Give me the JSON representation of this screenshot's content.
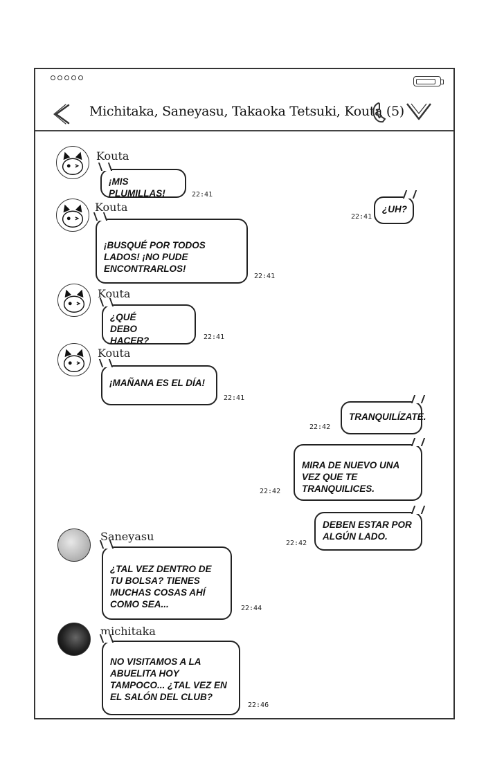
{
  "header": {
    "title": "Michitaka, Saneyasu, Takaoka Tetsuki, Kouta (5)"
  },
  "messages": [
    {
      "sender": "Kouta",
      "text": "¡MIS PLUMILLAS!",
      "time": "22:41"
    },
    {
      "text": "¿UH?",
      "time": "22:41"
    },
    {
      "sender": "Kouta",
      "text": "¡BUSQUÉ POR TODOS LADOS! ¡NO PUDE ENCONTRARLOS!",
      "time": "22:41"
    },
    {
      "sender": "Kouta",
      "text": "¿QUÉ DEBO HACER?",
      "time": "22:41"
    },
    {
      "sender": "Kouta",
      "text": "¡MAÑANA ES EL DÍA!",
      "time": "22:41"
    },
    {
      "text": "TRANQUILÍZATE.",
      "time": "22:42"
    },
    {
      "text": "MIRA DE NUEVO UNA VEZ QUE TE TRANQUILICES.",
      "time": "22:42"
    },
    {
      "text": "DEBEN ESTAR POR ALGÚN LADO.",
      "time": "22:42"
    },
    {
      "sender": "Saneyasu",
      "text": "¿TAL VEZ DENTRO DE TU BOLSA? TIENES MUCHAS COSAS AHÍ COMO SEA...",
      "time": "22:44"
    },
    {
      "sender": "michitaka",
      "text": "NO VISITAMOS A LA ABUELITA HOY TAMPOCO... ¿TAL VEZ EN EL SALÓN DEL CLUB?",
      "time": "22:46"
    }
  ],
  "icons": {
    "back": "chevron-left-icon",
    "call": "phone-icon",
    "menu": "chevron-down-icon",
    "battery": "battery-icon"
  }
}
